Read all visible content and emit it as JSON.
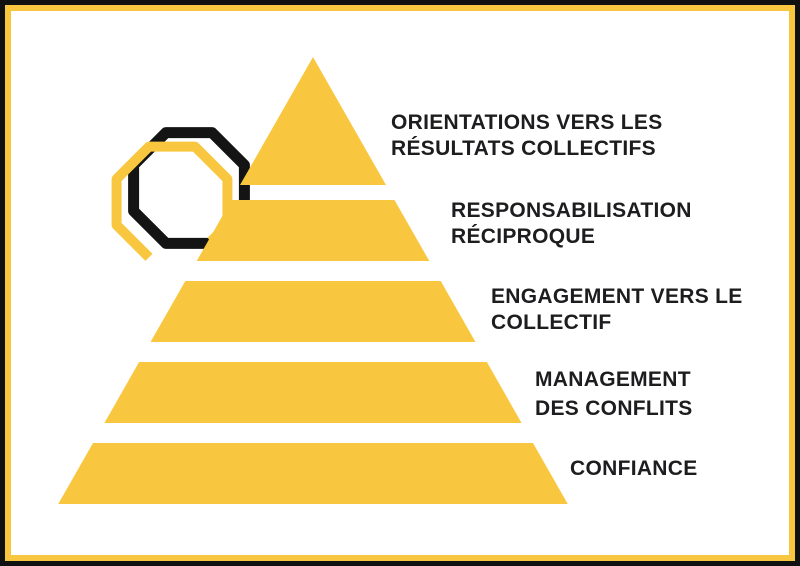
{
  "colors": {
    "pyramid_yellow": "#F9C73F",
    "octagon_black": "#141414",
    "octagon_yellow": "#F9C73F",
    "frame_outer_black": "#111111",
    "frame_inner_yellow": "#F9C73F",
    "text_dark": "#1D1D1F",
    "background": "#FFFFFF"
  },
  "diagram": {
    "type": "pyramid",
    "levels_top_to_bottom": [
      "ORIENTATIONS VERS LES RÉSULTATS COLLECTIFS",
      "RESPONSABILISATION RÉCIPROQUE",
      "ENGAGEMENT VERS LE COLLECTIF",
      "MANAGEMENT DES CONFLITS",
      "CONFIANCE"
    ]
  },
  "pyramid": {
    "levels": [
      {
        "lines": [
          "ORIENTATIONS VERS LES",
          "RÉSULTATS COLLECTIFS"
        ]
      },
      {
        "lines": [
          "RESPONSABILISATION",
          "RÉCIPROQUE"
        ]
      },
      {
        "lines": [
          "ENGAGEMENT VERS LE",
          "COLLECTIF"
        ]
      },
      {
        "lines": [
          "MANAGEMENT",
          "DES CONFLITS"
        ]
      },
      {
        "lines": [
          "CONFIANCE"
        ]
      }
    ]
  },
  "logo": {
    "name": "interlocking-double-octagon-logo"
  }
}
